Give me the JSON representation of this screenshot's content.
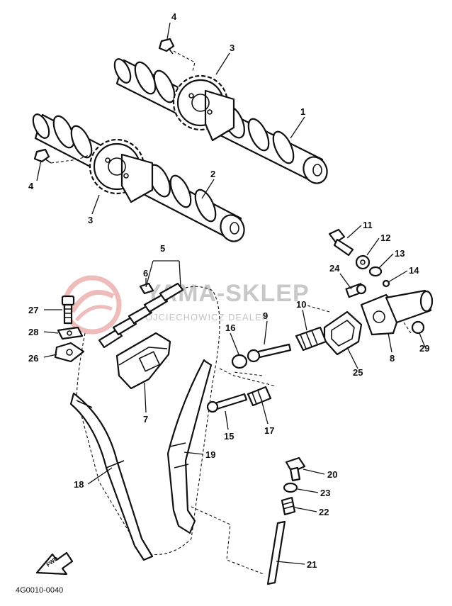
{
  "labels": [
    {
      "num": "1"
    },
    {
      "num": "2"
    },
    {
      "num": "3"
    },
    {
      "num": "3"
    },
    {
      "num": "4"
    },
    {
      "num": "4"
    },
    {
      "num": "5"
    },
    {
      "num": "6"
    },
    {
      "num": "7"
    },
    {
      "num": "8"
    },
    {
      "num": "9"
    },
    {
      "num": "10"
    },
    {
      "num": "11"
    },
    {
      "num": "12"
    },
    {
      "num": "13"
    },
    {
      "num": "14"
    },
    {
      "num": "15"
    },
    {
      "num": "16"
    },
    {
      "num": "17"
    },
    {
      "num": "18"
    },
    {
      "num": "19"
    },
    {
      "num": "20"
    },
    {
      "num": "21"
    },
    {
      "num": "22"
    },
    {
      "num": "23"
    },
    {
      "num": "24"
    },
    {
      "num": "25"
    },
    {
      "num": "26"
    },
    {
      "num": "27"
    },
    {
      "num": "28"
    },
    {
      "num": "29"
    }
  ],
  "watermark": {
    "main": "YAMA-SKLEP",
    "sub": "OJCIECHOWICZ DEALER"
  },
  "forward_arrow": "FWD",
  "diagram_code": "4G0010-0040",
  "colors": {
    "line": "#111111",
    "watermark_logo": "#e07b7b",
    "watermark_text": "#c8c8c8"
  }
}
